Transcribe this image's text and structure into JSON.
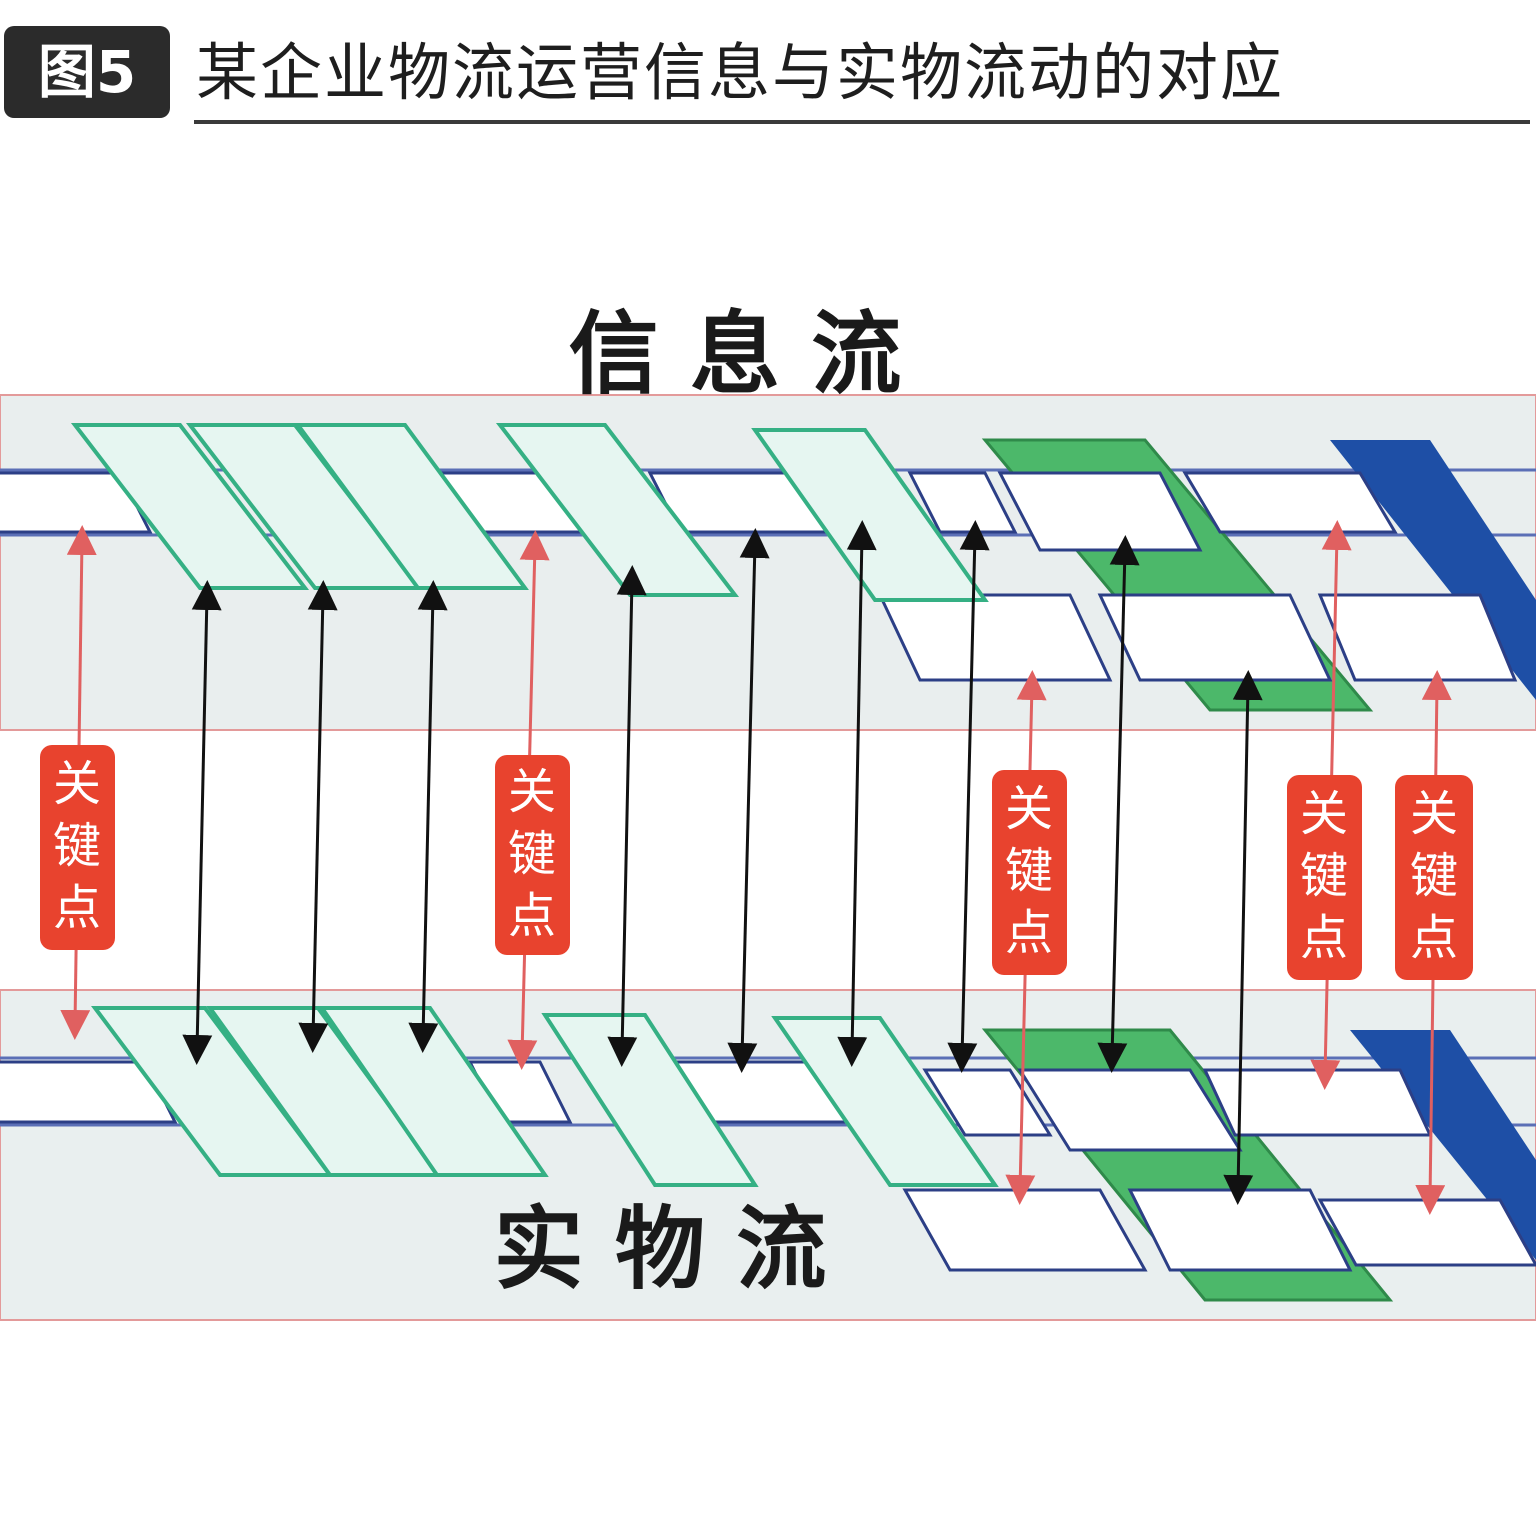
{
  "figure": {
    "badge": "图5",
    "title": "某企业物流运营信息与实物流动的对应"
  },
  "bands": {
    "info_label": "信 息 流",
    "physical_label": "实 物 流"
  },
  "key_point_label": "关\n键\n点",
  "colors": {
    "info_band": "#e9eeee",
    "physical_band": "#e9efef",
    "band_border": "#e39a9a",
    "lane_line": "#5b6fb6",
    "white_box_border": "#2c3f86",
    "teal_box_border": "#35b084",
    "teal_box_fill": "#e6f6f1",
    "green_slab": "#4cb86a",
    "blue_banner": "#1e4fa6",
    "key_point_fill": "#e8432e",
    "key_point_text": "#ffffff",
    "red_arrow": "#e06060",
    "black_arrow": "#111111",
    "label_text": "#1a1a1a"
  }
}
